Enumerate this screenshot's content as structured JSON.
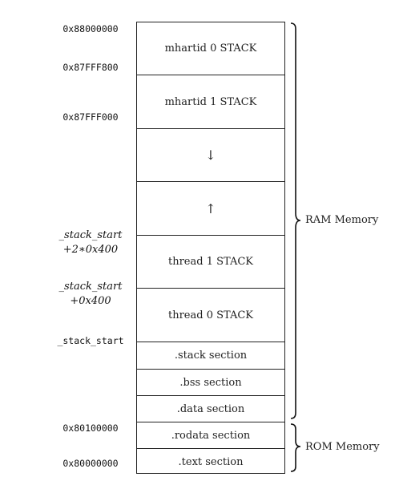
{
  "addresses": {
    "a0": "0x88000000",
    "a1": "0x87FFF800",
    "a2": "0x87FFF000",
    "a3_top": "_stack_start",
    "a3_bottom": "+2∗0x400",
    "a4_top": "_stack_start",
    "a4_bottom": "+0x400",
    "a5": "_stack_start",
    "a6": "0x80100000",
    "a7": "0x80000000"
  },
  "segments": [
    {
      "label": "mhartid 0 STACK"
    },
    {
      "label": "mhartid 1 STACK"
    },
    {
      "label": "↓"
    },
    {
      "label": "↑"
    },
    {
      "label": "thread 1 STACK"
    },
    {
      "label": "thread 0 STACK"
    },
    {
      "label": ".stack section"
    },
    {
      "label": ".bss section"
    },
    {
      "label": ".data section"
    },
    {
      "label": ".rodata section"
    },
    {
      "label": ".text section"
    }
  ],
  "regions": {
    "ram": "RAM Memory",
    "rom": "ROM Memory"
  }
}
